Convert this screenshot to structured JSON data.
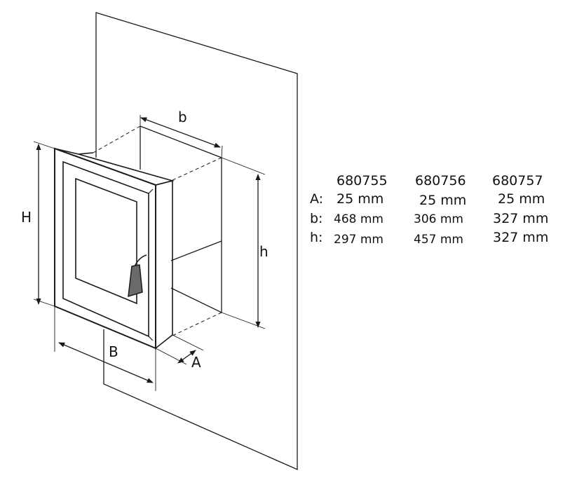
{
  "labels": {
    "b": "b",
    "h": "h",
    "H": "H",
    "B": "B",
    "A": "A"
  },
  "table": {
    "models": [
      "680755",
      "680756",
      "680757"
    ],
    "rows": [
      {
        "label": "A:",
        "values": [
          "25 mm",
          "25 mm",
          "25 mm"
        ]
      },
      {
        "label": "b:",
        "values": [
          "468 mm",
          "306 mm",
          "327 mm"
        ]
      },
      {
        "label": "h:",
        "values": [
          "297 mm",
          "457 mm",
          "327 mm"
        ]
      }
    ]
  },
  "colors": {
    "line": "#1a1a1a",
    "background": "#ffffff"
  }
}
